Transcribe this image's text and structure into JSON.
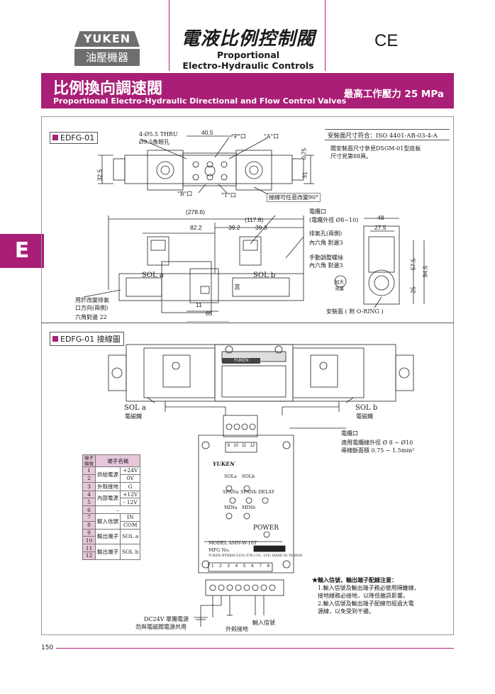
{
  "header": {
    "logo_top": "YUKEN",
    "logo_bottom": "油壓機器",
    "title_cn": "電液比例控制閥",
    "title_en_line1": "Proportional",
    "title_en_line2": "Electro-Hydraulic Controls",
    "mark": "CE"
  },
  "banner": {
    "title_cn": "比例換向調速閥",
    "title_en": "Proportional Electro-Hydraulic Directional and Flow Control Valves",
    "pressure": "最高工作壓力  25 MPa"
  },
  "side_tab": "E",
  "section1": {
    "title": "EDFG-01",
    "mount_title": "安裝面尺寸符合：ISO 4401-AB-03-4-A",
    "mount_note1": "閥安裝面尺寸參見DSGM-01型底板",
    "mount_note2": "尺寸見第88頁。",
    "hole_label1": "4-Ø5.5 THRU",
    "hole_label2": "Ø9.5魚眼孔",
    "port_p": "\"P\"口",
    "port_a": "\"A\"口",
    "port_b": "\"B\"口",
    "port_t": "\"T\"口",
    "connector_note": "接線可任意改變90°",
    "cable_port": "電纜口",
    "cable_od": "(電纜外徑 Ø8~10)",
    "bleed": "排氣孔(兩側)",
    "hex3": "內六角 對邊3",
    "manual": "手動調整螺絲",
    "hex3b": "內六角 對邊3",
    "increase1": "加大",
    "increase2": "流量",
    "sol_a": "SOL a",
    "sol_b": "SOL b",
    "exhaust1": "用於改變排氣",
    "exhaust2": "口方向(兩側)",
    "exhaust3": "六角對邊 22",
    "oring": "安裝面 ( 附 O-RING )",
    "dims": {
      "d40_5": "40.5",
      "d0_75": "0.75",
      "d32_5": "32.5",
      "d31": "31",
      "d278_6": "(278.6)",
      "d117_8": "(117.8)",
      "d82_2": "82.2",
      "d39_2": "39.2",
      "d39_3": "39.3",
      "d38": "38",
      "d11": "11",
      "d65": "65",
      "d48": "48",
      "d27_5": "27.5",
      "d57_5": "57.5",
      "d94_5": "94.5",
      "d25": "25"
    }
  },
  "section2": {
    "title": "EDFG-01 接線圖",
    "sol_a": "SOL  a",
    "sol_a_cn": "電磁鐵",
    "sol_b": "SOL  b",
    "sol_b_cn": "電磁鐵",
    "cable_port": "電纜口",
    "cable_range": "適用電纜線外徑 Ø 8 ~ Ø10",
    "wire_area": "導線斷面積 0.75 ~ 1.5mm²",
    "amp": {
      "logo": "YUKEN",
      "sola": "SOLa",
      "solb": "SOLb",
      "spana": "SPANa",
      "spanb": "SPANb",
      "delay": "DELAY",
      "mina": "MINa",
      "minb": "MINb",
      "power": "POWER",
      "model": "MODEL  AMN-W-10T",
      "mfg": "MFG No.",
      "maker": "YUKEN HYDRAULICS (T.W.) CO., LTD.     MADE IN TAIWAN",
      "top_terms": [
        "9",
        "10",
        "11",
        "12"
      ],
      "bot_terms": [
        "1",
        "2",
        "3",
        "4",
        "5",
        "6",
        "7",
        "8"
      ]
    },
    "dc_note1": "DC24V 單獨電源",
    "dc_note2": "勿與電磁閥電源共用",
    "ground": "外殼接地",
    "input": "輸入信號",
    "table": {
      "head_no": "端子編號",
      "head_name": "端子名稱",
      "rows": [
        {
          "no": "1",
          "group": "供給電源",
          "val": "+24V"
        },
        {
          "no": "2",
          "group": "",
          "val": "0V"
        },
        {
          "no": "3",
          "group": "外殼接地",
          "val": "G"
        },
        {
          "no": "4",
          "group": "內部電源",
          "val": "+12V"
        },
        {
          "no": "5",
          "group": "",
          "val": "- 12V"
        },
        {
          "no": "6",
          "group": "–",
          "val": ""
        },
        {
          "no": "7",
          "group": "輸入信號",
          "val": "IN"
        },
        {
          "no": "8",
          "group": "",
          "val": "COM"
        },
        {
          "no": "9",
          "group": "",
          "val": ""
        },
        {
          "no": "10",
          "group": "輸出端子",
          "val": "SOL a"
        },
        {
          "no": "11",
          "group": "",
          "val": ""
        },
        {
          "no": "12",
          "group": "輸出端子",
          "val": "SOL b"
        }
      ]
    },
    "notes": {
      "head": "★輸入信號，輸出端子配線注意：",
      "n1a": "1.輸入信號及輸出端子務必使用隔離線，",
      "n1b": "  接地線務必接地，以降低雜訊影響。",
      "n2a": "2.輸入信號及輸出端子配線勿經過大電",
      "n2b": "  源線，以免受到干擾。"
    }
  },
  "page_number": "150"
}
